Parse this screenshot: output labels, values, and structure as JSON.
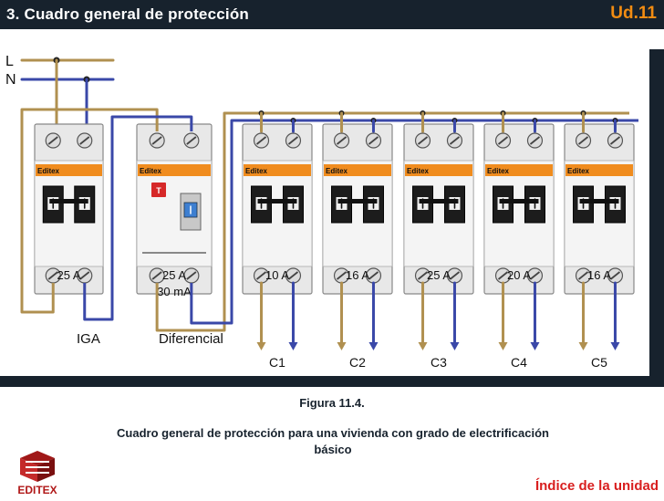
{
  "header": {
    "title": "3. Cuadro general de protección",
    "unit": "Ud.11"
  },
  "diagram": {
    "line_labels": {
      "phase": "L",
      "neutral": "N"
    },
    "brand": "Editex",
    "test_button": "T",
    "modules": [
      {
        "rating": "25 A"
      },
      {
        "rating": "25 A",
        "sensitivity": "30 mA"
      },
      {
        "rating": "10 A"
      },
      {
        "rating": "16 A"
      },
      {
        "rating": "25 A"
      },
      {
        "rating": "20 A"
      },
      {
        "rating": "16 A"
      }
    ],
    "device_labels": {
      "iga": "IGA",
      "differential": "Diferencial"
    },
    "circuits": [
      "C1",
      "C2",
      "C3",
      "C4",
      "C5"
    ],
    "colors": {
      "phase": "#b09050",
      "neutral": "#3a48a8",
      "orange": "#f08c1e",
      "body": "#e8e8e8"
    }
  },
  "caption": {
    "figure": "Figura 11.4.",
    "text": "Cuadro general de protección para una vivienda con grado de electrificación básico"
  },
  "logo": {
    "text": "EDITEX"
  },
  "footer": {
    "index_link": "Índice de la unidad"
  }
}
